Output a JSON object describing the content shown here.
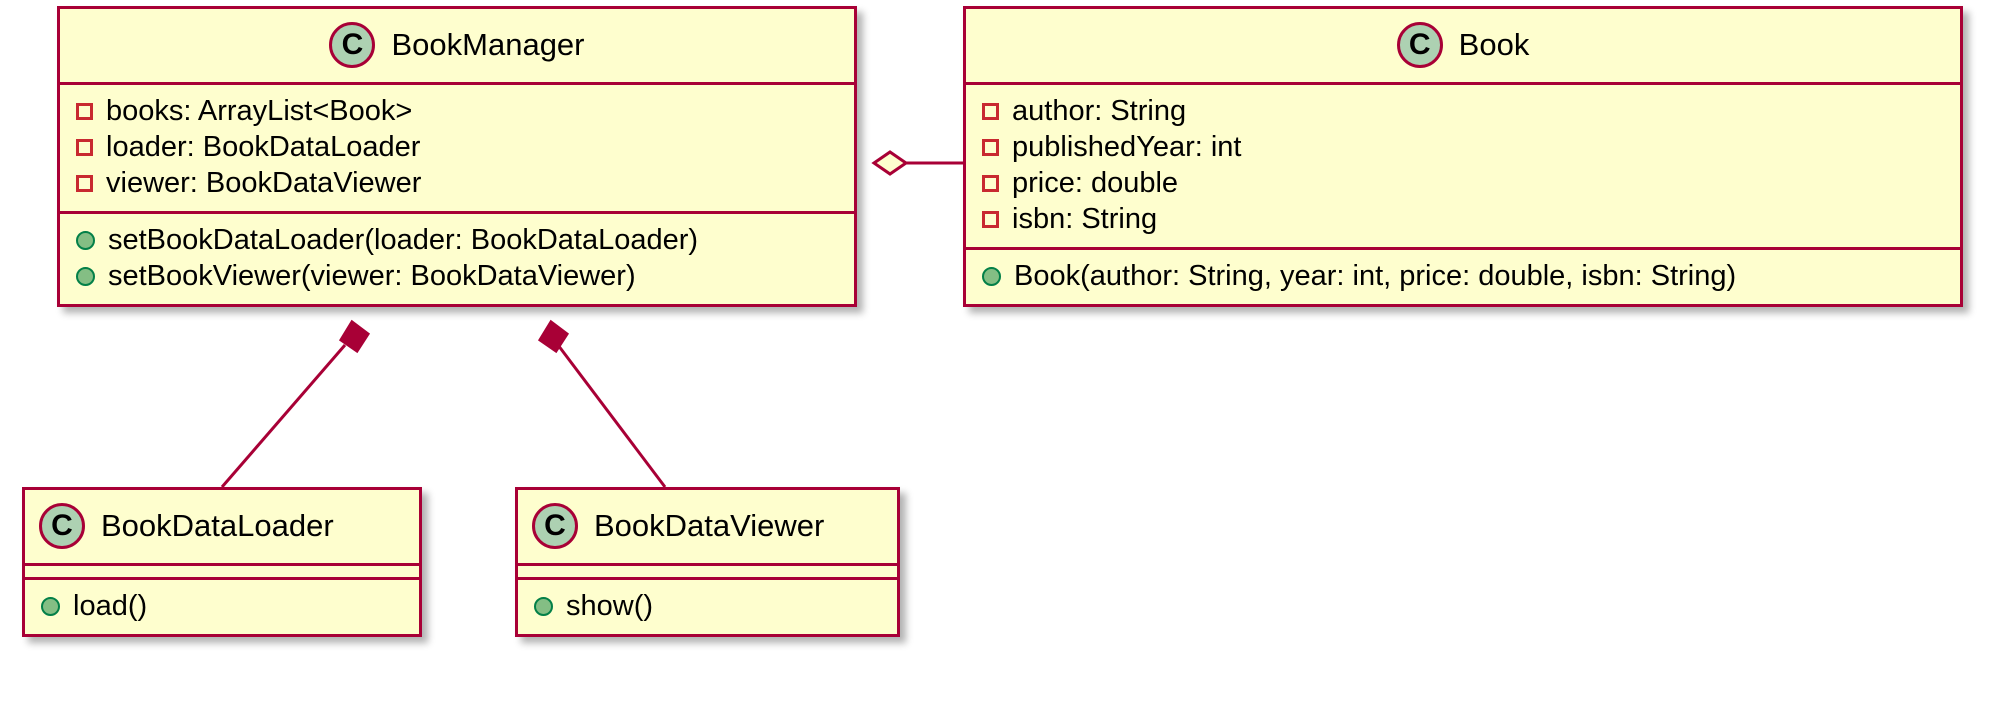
{
  "diagram": {
    "type": "uml-class-diagram",
    "colors": {
      "box_fill": "#FEFECE",
      "border": "#A80036",
      "class_icon_fill": "#ADD1B2",
      "private_marker": "#C82930",
      "public_marker": "#84BE84",
      "text": "#000000",
      "background": "#FFFFFF"
    },
    "classes": [
      {
        "id": "BookManager",
        "stereotype_letter": "C",
        "name": "BookManager",
        "attributes": [
          {
            "visibility": "private",
            "text": "books: ArrayList<Book>"
          },
          {
            "visibility": "private",
            "text": "loader: BookDataLoader"
          },
          {
            "visibility": "private",
            "text": "viewer: BookDataViewer"
          }
        ],
        "methods": [
          {
            "visibility": "public",
            "text": "setBookDataLoader(loader: BookDataLoader)"
          },
          {
            "visibility": "public",
            "text": "setBookViewer(viewer: BookDataViewer)"
          }
        ]
      },
      {
        "id": "Book",
        "stereotype_letter": "C",
        "name": "Book",
        "attributes": [
          {
            "visibility": "private",
            "text": "author: String"
          },
          {
            "visibility": "private",
            "text": "publishedYear: int"
          },
          {
            "visibility": "private",
            "text": "price: double"
          },
          {
            "visibility": "private",
            "text": "isbn: String"
          }
        ],
        "methods": [
          {
            "visibility": "public",
            "text": "Book(author: String, year: int, price: double, isbn: String)"
          }
        ]
      },
      {
        "id": "BookDataLoader",
        "stereotype_letter": "C",
        "name": "BookDataLoader",
        "attributes": [],
        "methods": [
          {
            "visibility": "public",
            "text": "load()"
          }
        ]
      },
      {
        "id": "BookDataViewer",
        "stereotype_letter": "C",
        "name": "BookDataViewer",
        "attributes": [],
        "methods": [
          {
            "visibility": "public",
            "text": "show()"
          }
        ]
      }
    ],
    "relationships": [
      {
        "from": "BookManager",
        "to": "Book",
        "type": "aggregation",
        "marker": "hollow-diamond"
      },
      {
        "from": "BookManager",
        "to": "BookDataLoader",
        "type": "composition",
        "marker": "filled-diamond"
      },
      {
        "from": "BookManager",
        "to": "BookDataViewer",
        "type": "composition",
        "marker": "filled-diamond"
      }
    ]
  }
}
